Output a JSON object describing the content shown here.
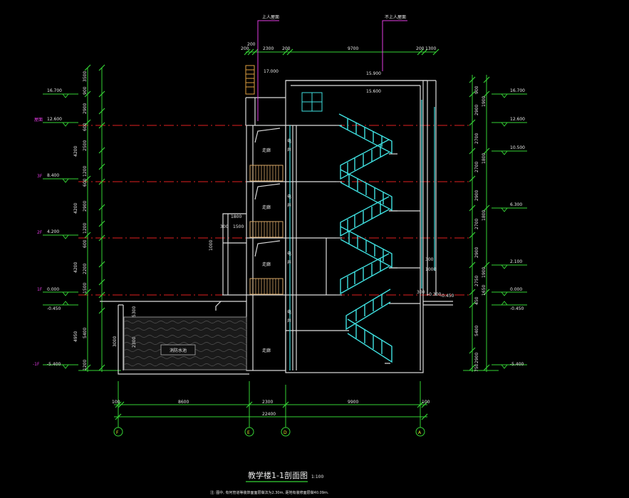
{
  "drawing": {
    "title": "教学楼1-1剖面图",
    "scale": "1:100",
    "note": "注: 图中, 有何管道等装饰面面层做法为2.30m, 距地有装修面层做40.09m.",
    "tags": {
      "roof_access": "上人屋面",
      "no_roof_access": "不上人屋面"
    },
    "room_labels": {
      "corridor": "走廊",
      "elevator": "电梯井",
      "elevator_char_1": "电",
      "elevator_char_2": "井",
      "pool": "消防水池"
    },
    "floor_tags": {
      "roof": "屋面",
      "f3": "3F",
      "f2": "2F",
      "f1": "1F",
      "b1": "-1F"
    },
    "left_levels": [
      "16.700",
      "12.600",
      "8.400",
      "4.200",
      "0.000",
      "-0.450",
      "-5.400"
    ],
    "right_levels": [
      "16.700",
      "12.600",
      "10.500",
      "6.300",
      "2.100",
      "0.000",
      "-0.450",
      "-5.400"
    ],
    "top_levels": [
      "17.000",
      "15.900",
      "15.600"
    ],
    "misc_levels": [
      "-0.300",
      "-0.450"
    ],
    "top_dims": [
      "200",
      "200",
      "2300",
      "200",
      "9700",
      "200",
      "1300"
    ],
    "left_dims_1": [
      "3500",
      "900",
      "2900",
      "600",
      "2500",
      "1200",
      "600",
      "2900",
      "1200",
      "600",
      "2200",
      "1500",
      "5400",
      "1200"
    ],
    "left_dims_2": [
      "4200",
      "4200",
      "4200",
      "4950"
    ],
    "right_dims_1": [
      "900",
      "2900",
      "2700",
      "2700",
      "2900",
      "2700",
      "2900",
      "2750",
      "450",
      "5400",
      "2900",
      "750"
    ],
    "right_dims_2": [
      "1800",
      "1800",
      "1900",
      "1900",
      "1650"
    ],
    "bottom_dims": [
      "100",
      "8600",
      "2300",
      "9900",
      "100"
    ],
    "bottom_total": "22400",
    "axes": [
      "F",
      "E",
      "D",
      "A"
    ],
    "local_dims": [
      "1800",
      "300",
      "1500",
      "1000",
      "300",
      "1000",
      "300",
      "5300",
      "2300",
      "3000"
    ]
  }
}
